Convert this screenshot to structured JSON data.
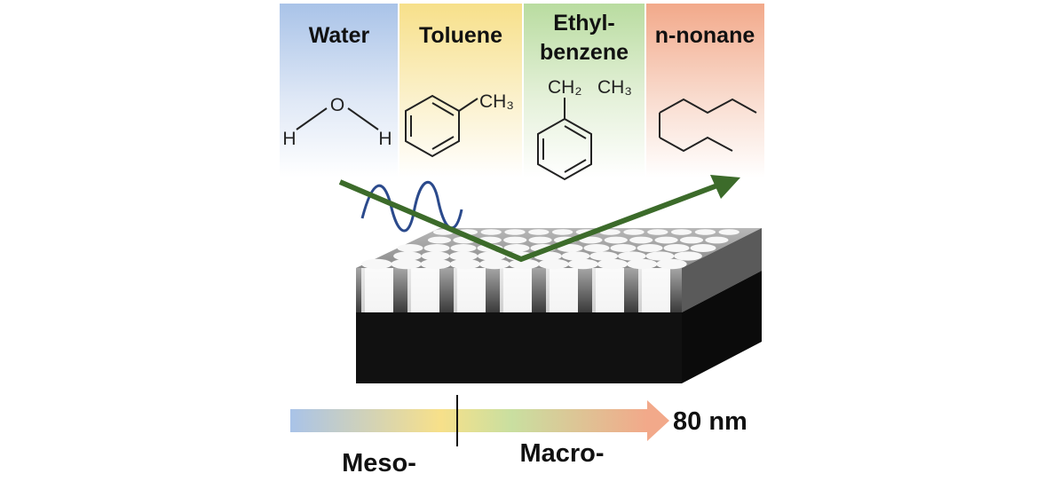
{
  "solvents": [
    {
      "label_lines": [
        "Water"
      ],
      "color": "#a9c3e8"
    },
    {
      "label_lines": [
        "Toluene"
      ],
      "color": "#f7e08a"
    },
    {
      "label_lines": [
        "Ethyl-",
        "benzene"
      ],
      "color": "#b9dca0"
    },
    {
      "label_lines": [
        "n-nonane"
      ],
      "color": "#f2a98a"
    }
  ],
  "molecules": {
    "water": {
      "o": "O",
      "h1": "H",
      "h2": "H"
    },
    "toluene": {
      "ch3": "CH₃"
    },
    "ethylbenzene": {
      "ch2": "CH₂",
      "ch3": "CH₃"
    }
  },
  "scale_bar": {
    "end_label": "80 nm",
    "left_label": "Meso-",
    "right_label": "Macro-"
  },
  "colors": {
    "beam": "#3c6b2a",
    "wave": "#2b4a8c",
    "substrate": "#111111"
  },
  "icons": [
    "incident-light-wave",
    "reflected-beam-arrow",
    "porous-film-sample"
  ]
}
